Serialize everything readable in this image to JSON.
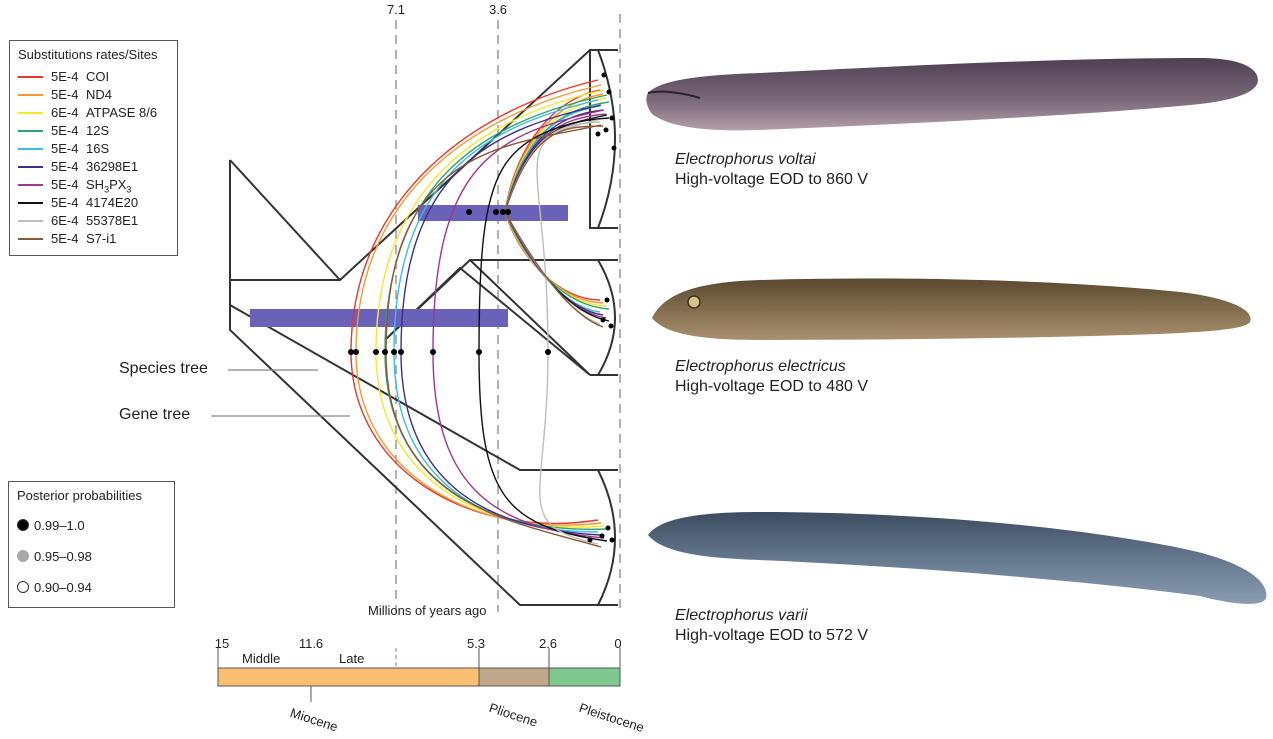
{
  "substitution_legend": {
    "title": "Substitutions rates/Sites",
    "items": [
      {
        "rate": "5E-4",
        "site": "COI",
        "color": "#e8372b"
      },
      {
        "rate": "5E-4",
        "site": "ND4",
        "color": "#f39a32"
      },
      {
        "rate": "6E-4",
        "site": "ATPASE 8/6",
        "color": "#f7e72f"
      },
      {
        "rate": "5E-4",
        "site": "12S",
        "color": "#2ea56c"
      },
      {
        "rate": "5E-4",
        "site": "16S",
        "color": "#3bbbe8"
      },
      {
        "rate": "5E-4",
        "site": "36298E1",
        "color": "#3b2f8c"
      },
      {
        "rate": "5E-4",
        "site": "SH3PX3",
        "color": "#a2348f"
      },
      {
        "rate": "5E-4",
        "site": "4174E20",
        "color": "#111111"
      },
      {
        "rate": "6E-4",
        "site": "55378E1",
        "color": "#bdbdbd"
      },
      {
        "rate": "5E-4",
        "site": "S7-i1",
        "color": "#8a5a33"
      }
    ]
  },
  "posterior_legend": {
    "title": "Posterior probabilities",
    "items": [
      {
        "label": "0.99–1.0",
        "color": "#000000"
      },
      {
        "label": "0.95–0.98",
        "color": "#a8a8a8"
      },
      {
        "label": "0.90–0.94",
        "color": "#ffffff"
      }
    ]
  },
  "labels": {
    "species_tree": "Species tree",
    "gene_tree": "Gene tree",
    "axis_title": "Millions of years ago"
  },
  "top_ticks": [
    "7.1",
    "3.6"
  ],
  "timescale": {
    "ticks": [
      "15",
      "11.6",
      "5.3",
      "2.6",
      "0"
    ],
    "subepochs": [
      "Middle",
      "Late"
    ],
    "epochs": [
      "Miocene",
      "Pliocene",
      "Pleistocene"
    ],
    "colors": {
      "miocene": "#fbbf73",
      "pliocene": "#bfa78a",
      "pleistocene": "#7fc890"
    }
  },
  "species": [
    {
      "name": "Electrophorus voltai",
      "voltage": "High-voltage EOD to 860 V",
      "color": "#6e5a6a"
    },
    {
      "name": "Electrophorus electricus",
      "voltage": "High-voltage EOD to 480 V",
      "color": "#7a6647"
    },
    {
      "name": "Electrophorus varii",
      "voltage": "High-voltage EOD to 572 V",
      "color": "#5d6f82"
    }
  ],
  "bar_color": "#6a61b8"
}
